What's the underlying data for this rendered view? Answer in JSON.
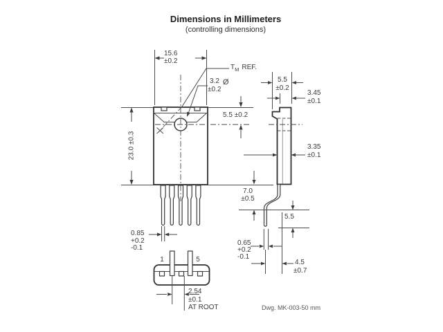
{
  "header": {
    "title": "Dimensions in Millimeters",
    "subtitle": "(controlling dimensions)"
  },
  "footer": {
    "drawing_note": "Dwg. MK-003-50 mm"
  },
  "front_view": {
    "width": {
      "value": "15.6",
      "tol": "±0.2"
    },
    "height": {
      "value": "23.0 ±0.3"
    },
    "hole": {
      "value": "3.2",
      "symbol": "Ø",
      "tol": "±0.2"
    },
    "hole_center_from_top": "5.5 ±0.2",
    "thermal_ref": {
      "t": "T",
      "sub": "M",
      "label": "REF."
    },
    "lead_width": {
      "value": "0.85",
      "tol_plus": "+0.2",
      "tol_minus": "-0.1"
    }
  },
  "side_view": {
    "top_thickness": {
      "value": "5.5",
      "tol": "±0.2"
    },
    "tab_depth": {
      "value": "3.45",
      "tol": "±0.1"
    },
    "body_thickness": {
      "value": "3.35",
      "tol": "±0.1"
    },
    "shoulder_length": {
      "value": "7.0",
      "tol": "±0.5"
    },
    "lead_mid_length": "5.5",
    "lead_thickness": {
      "value": "0.65",
      "tol_plus": "+0.2",
      "tol_minus": "-0.1"
    },
    "lead_offset": {
      "value": "4.5",
      "tol": "±0.7"
    }
  },
  "bottom_view": {
    "pin_first_label": "1",
    "pin_last_label": "5",
    "pitch": {
      "value": "2.54",
      "tol": "±0.1",
      "note": "AT ROOT"
    }
  }
}
